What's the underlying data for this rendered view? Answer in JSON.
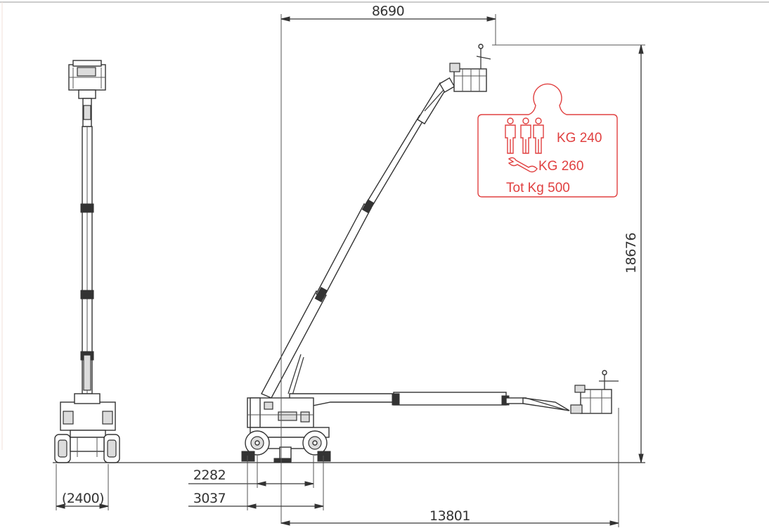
{
  "dimensions": {
    "max_outreach": "8690",
    "max_height": "18676",
    "overall_length": "13801",
    "wheelbase": "2282",
    "track_width": "3037",
    "overall_width": "(2400)"
  },
  "load_chart": {
    "persons_load": "KG 240",
    "tools_load": "KG 260",
    "total_load": "Tot Kg 500"
  },
  "colors": {
    "load_accent": "#e04040",
    "drawing_line": "#333333"
  }
}
